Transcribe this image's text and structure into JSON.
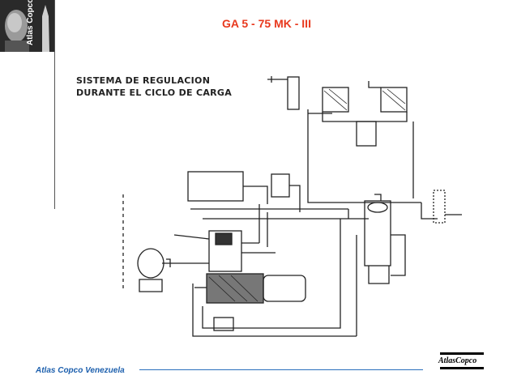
{
  "header": {
    "title": "GA 5 - 75 MK - III",
    "brand_vertical": "Atlas Copco"
  },
  "diagram": {
    "heading_line1": "SISTEMA DE REGULACION",
    "heading_line2": "DURANTE EL CICLO DE CARGA"
  },
  "footer": {
    "company": "Atlas Copco Venezuela",
    "logo_text": "AtlasCopco"
  },
  "colors": {
    "title": "#e8391e",
    "footer_text": "#1c5fad",
    "line": "#2a6ebc"
  }
}
